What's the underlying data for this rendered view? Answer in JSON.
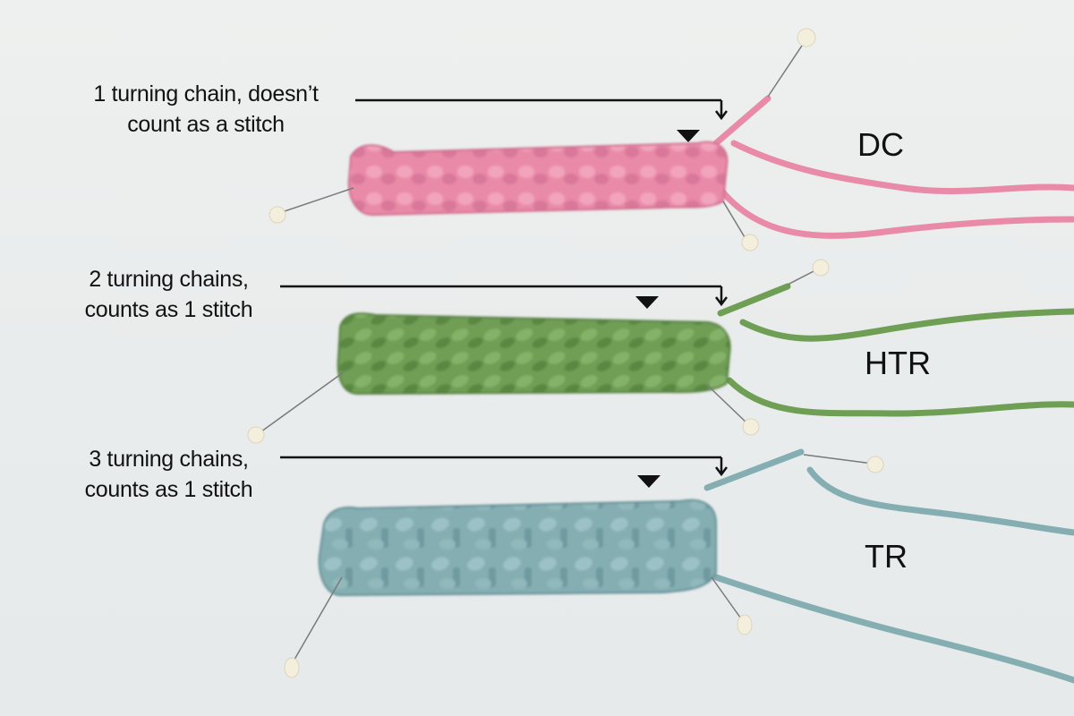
{
  "annotations": [
    {
      "id": "dc",
      "line1": "1 turning chain, doesn’t",
      "line2": "count as a stitch",
      "stitch_label": "DC",
      "yarn_color": "#e98aa8",
      "yarn_shadow": "#d06d8e"
    },
    {
      "id": "htr",
      "line1": "2 turning chains,",
      "line2": "counts as 1 stitch",
      "stitch_label": "HTR",
      "yarn_color": "#6f9e55",
      "yarn_shadow": "#557f40"
    },
    {
      "id": "tr",
      "line1": "3 turning chains,",
      "line2": "counts as 1 stitch",
      "stitch_label": "TR",
      "yarn_color": "#85aeb3",
      "yarn_shadow": "#628e94"
    }
  ],
  "colors": {
    "background": "#eceeee",
    "text": "#111111",
    "pin_head": "#f4eedc",
    "pin_shaft": "#7a7a7a"
  }
}
